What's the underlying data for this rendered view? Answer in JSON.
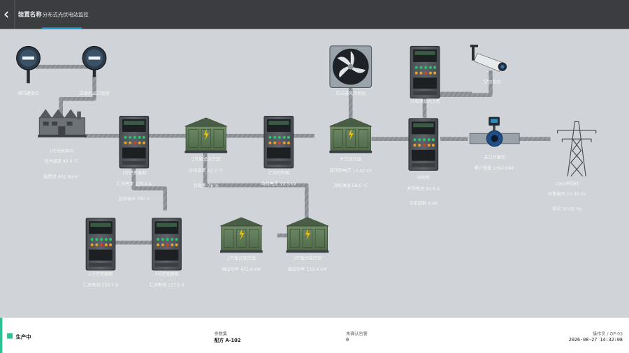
{
  "header": {
    "device_label": "装置名称",
    "device_name": "分布式光伏电站监控"
  },
  "devices": {
    "gauge_left": "储热罐液位",
    "gauge_right": "压缩机出口温度",
    "fan": "变压器风冷机组",
    "cabinet_right_top": "远程通信PLC柜",
    "camera": "安防监控",
    "factory": {
      "name": "1号光伏车间",
      "v1": "组件温度 45.6 ℃",
      "v2": "辐照度 862 W/m²"
    },
    "inverter_1": {
      "name": "1号逆变器柜",
      "v1": "汇流电流 126.4 A",
      "v2": "直流电压 780 V"
    },
    "transformer_1": {
      "name": "1号箱式变压器",
      "v1": "绕组温度 62.3 ℃",
      "v2": "负载率 76 %"
    },
    "combiner_1": {
      "name": "汇流控制柜",
      "v1": "母线电压 10.5 kV"
    },
    "transformer_hv": {
      "name": "升压变压器",
      "v1": "高压侧电压 10.42 kV",
      "v2": "顶层油温 58.6 ℃"
    },
    "main_cabinet": {
      "name": "主控柜",
      "v1": "并网电流 82.6 A",
      "v2": "功率因数 0.98"
    },
    "meter": {
      "name": "关口计量表",
      "v1": "累计电量 1362 kWh"
    },
    "tower": {
      "name": "10kV并网线",
      "v1": "线路电压 10.36 kV",
      "v2": "频率 50.02 Hz"
    },
    "inverter_2": {
      "name": "2号逆变器柜",
      "v1": "汇流电流 120.7 A"
    },
    "inverter_3": {
      "name": "3号逆变器柜",
      "v1": "汇流电流 117.5 A"
    },
    "transformer_2": {
      "name": "2号箱式变压器",
      "v1": "输出功率 453.6 kW"
    },
    "transformer_3": {
      "name": "3号箱式变压器",
      "v1": "输出功率 512.4 kW"
    }
  },
  "footer": {
    "status": "生产中",
    "recipe_label": "参数集",
    "recipe_value": "配方 A-102",
    "alarm_label": "未确认告警",
    "alarm_value": "0",
    "operator": "操作员 / OP-03",
    "timestamp": "2026-08-27 14:32:08"
  },
  "colors": {
    "topbar": "#3c3d40",
    "canvas": "#d0d4d9",
    "accent": "#1fa0d6",
    "status": "#2fbf95",
    "transformer_green": "#5f7a58"
  }
}
